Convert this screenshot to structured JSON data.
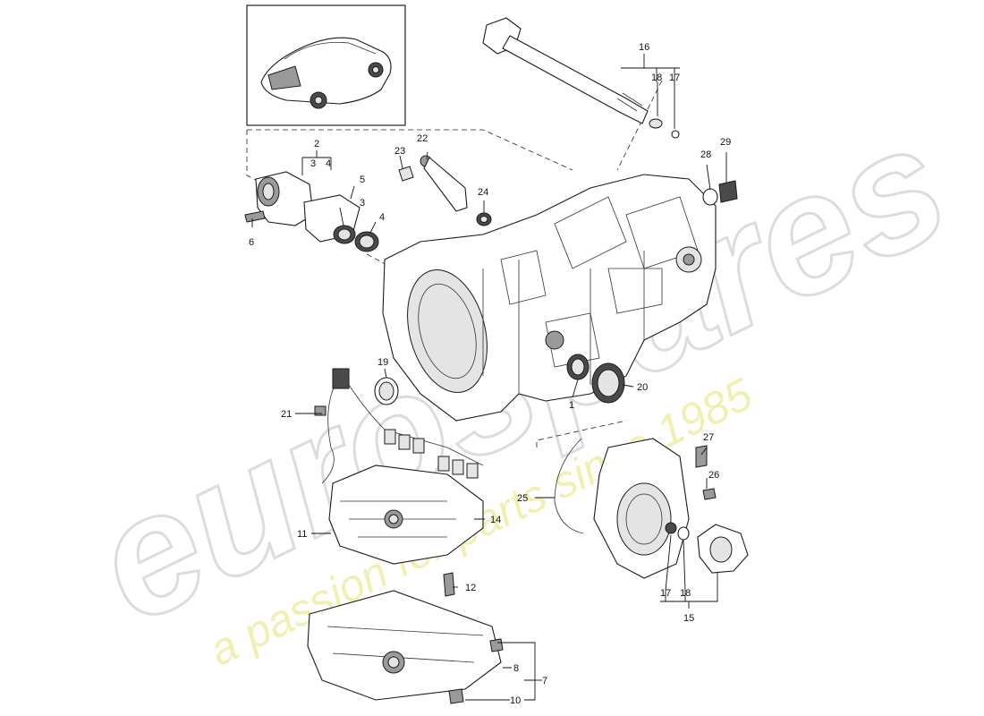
{
  "watermark": {
    "brand": "eurospares",
    "tagline": "a passion for parts since 1985",
    "tagline_color": "#e6e68a"
  },
  "callouts": {
    "c1": "1",
    "c2": "2",
    "c3a": "3",
    "c4a": "4",
    "c5": "5",
    "c3b": "3",
    "c4b": "4",
    "c6": "6",
    "c7": "7",
    "c8": "8",
    "c10": "10",
    "c11": "11",
    "c12": "12",
    "c14": "14",
    "c15": "15",
    "c16": "16",
    "c17a": "17",
    "c18a": "18",
    "c17b": "17",
    "c18b": "18",
    "c19": "19",
    "c20": "20",
    "c21": "21",
    "c22": "22",
    "c23": "23",
    "c24": "24",
    "c25": "25",
    "c26": "26",
    "c27": "27",
    "c28": "28",
    "c29": "29"
  }
}
